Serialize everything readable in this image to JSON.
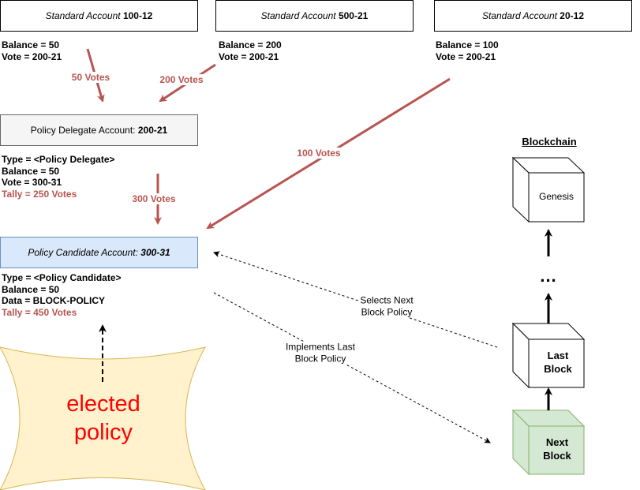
{
  "accounts": [
    {
      "prefix": "Standard Account ",
      "id": "100-12",
      "balance": "Balance = 50",
      "vote": "Vote = 200-21"
    },
    {
      "prefix": "Standard Account ",
      "id": "500-21",
      "balance": "Balance = 200",
      "vote": "Vote = 200-21"
    },
    {
      "prefix": "Standard Account ",
      "id": " 20-12",
      "balance": "Balance = 100",
      "vote": "Vote = 200-21"
    }
  ],
  "delegate": {
    "prefix": "Policy Delegate Account: ",
    "id": "200-21",
    "type": "Type = <Policy Delegate>",
    "balance": "Balance = 50",
    "vote": "Vote = 300-31",
    "tally": "Tally = 250 Votes"
  },
  "candidate": {
    "prefix": "Policy Candidate Account: ",
    "id": "300-31",
    "type": "Type = <Policy Candidate>",
    "balance": "Balance = 50",
    "data": "Data = BLOCK-POLICY",
    "tally": "Tally = 450 Votes"
  },
  "vote_labels": {
    "a": "50 Votes",
    "b": "200 Votes",
    "c": "100 Votes",
    "d": "300 Votes"
  },
  "links": {
    "selects": [
      "Selects Next",
      "Block Policy"
    ],
    "implements": [
      "Implements Last",
      "Block Policy"
    ]
  },
  "blockchain": {
    "title": "Blockchain",
    "genesis": "Genesis",
    "ellipsis": "...",
    "last": [
      "Last",
      "Block"
    ],
    "next": [
      "Next",
      "Block"
    ]
  },
  "elected": [
    "elected",
    "policy"
  ],
  "colors": {
    "vote_red": "#b85450",
    "elected_red": "#ff0000",
    "candidate_fill": "#dae8fc",
    "candidate_stroke": "#6c8ebf",
    "delegate_fill": "#f5f5f5",
    "star_fill": "#fff2cc",
    "star_stroke": "#d6b656",
    "next_fill": "#d5e8d4",
    "next_stroke": "#82b366"
  }
}
